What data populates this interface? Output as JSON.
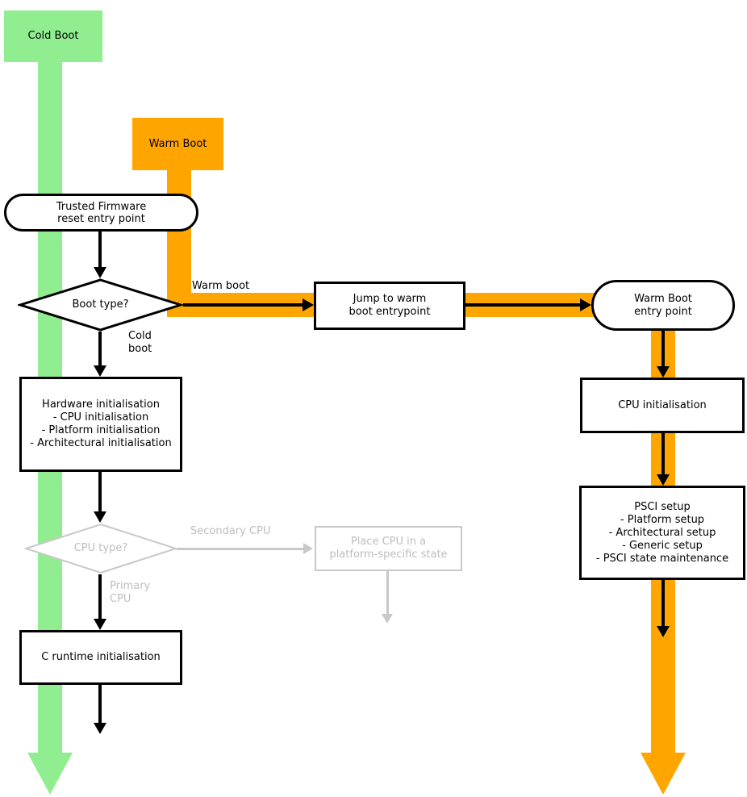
{
  "colors": {
    "green": "#90EE90",
    "orange": "#FFA500",
    "gray-line": "#c8c8c8",
    "gray-text": "#bdbdbd"
  },
  "nodes": {
    "cold_boot": {
      "label": "Cold Boot"
    },
    "warm_boot": {
      "label": "Warm Boot"
    },
    "reset_entry": {
      "line1": "Trusted Firmware",
      "line2": "reset entry point"
    },
    "boot_type": {
      "label": "Boot type?"
    },
    "jump_warm": {
      "line1": "Jump to warm",
      "line2": "boot entrypoint"
    },
    "warm_entry": {
      "line1": "Warm Boot",
      "line2": "entry point"
    },
    "hardware_init": {
      "title": "Hardware initialisation",
      "items": [
        "- CPU initialisation",
        "- Platform initialisation",
        "- Architectural initialisation"
      ]
    },
    "cpu_type": {
      "label": "CPU type?"
    },
    "place_cpu": {
      "line1": "Place CPU in a",
      "line2": "platform-specific state"
    },
    "c_runtime": {
      "label": "C runtime initialisation"
    },
    "cpu_init": {
      "label": "CPU initialisation"
    },
    "psci_setup": {
      "title": "PSCI setup",
      "items": [
        "- Platform setup",
        "- Architectural setup",
        "- Generic setup",
        "- PSCI state maintenance"
      ]
    }
  },
  "edge_labels": {
    "warm_boot_edge": "Warm boot",
    "cold_boot_edge_line1": "Cold",
    "cold_boot_edge_line2": "boot",
    "secondary_cpu": "Secondary CPU",
    "primary_cpu_line1": "Primary",
    "primary_cpu_line2": "CPU"
  }
}
